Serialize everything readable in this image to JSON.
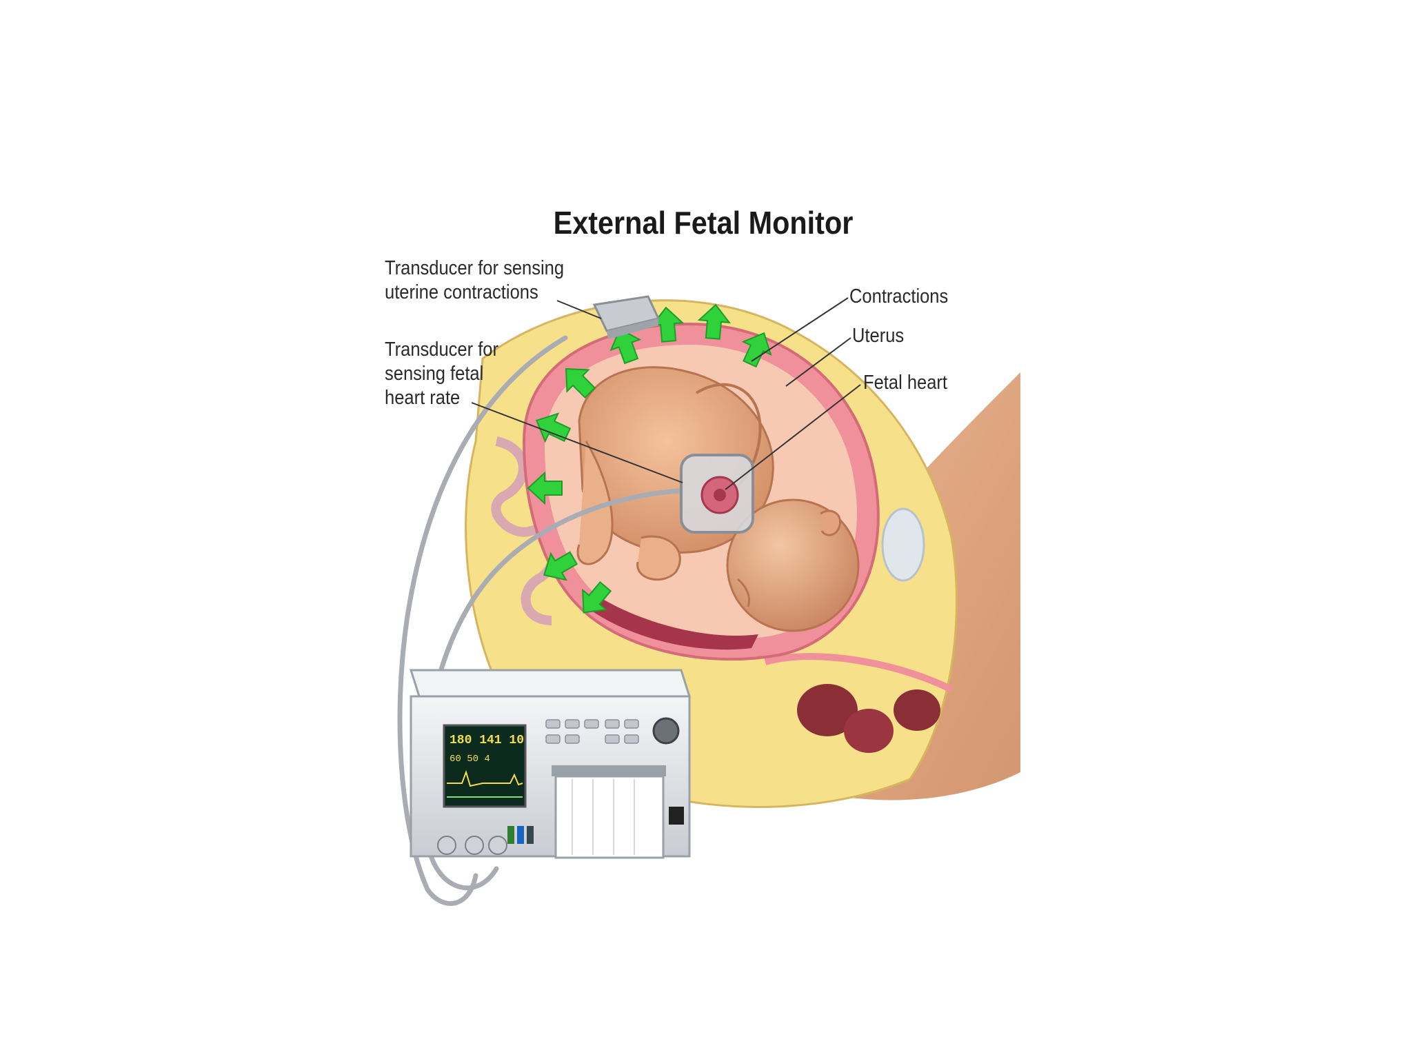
{
  "diagram": {
    "title": "External Fetal Monitor",
    "labels": {
      "uterine_transducer": "Transducer for sensing\nuterine contractions",
      "fhr_transducer": "Transducer for\nsensing fetal\nheart rate",
      "contractions": "Contractions",
      "uterus": "Uterus",
      "fetal_heart": "Fetal heart"
    },
    "monitor_screen": {
      "line1": "180 141 10",
      "line2": "60 50 4"
    }
  },
  "colors": {
    "arrow": "#2fd23a",
    "uterus_wall": "#f0909a",
    "skin": "#e8b08a",
    "fat": "#f6e08a",
    "monitor_body": "#e4e6ea",
    "screen": "#0c2a1e",
    "screen_text": "#f2e04a"
  }
}
